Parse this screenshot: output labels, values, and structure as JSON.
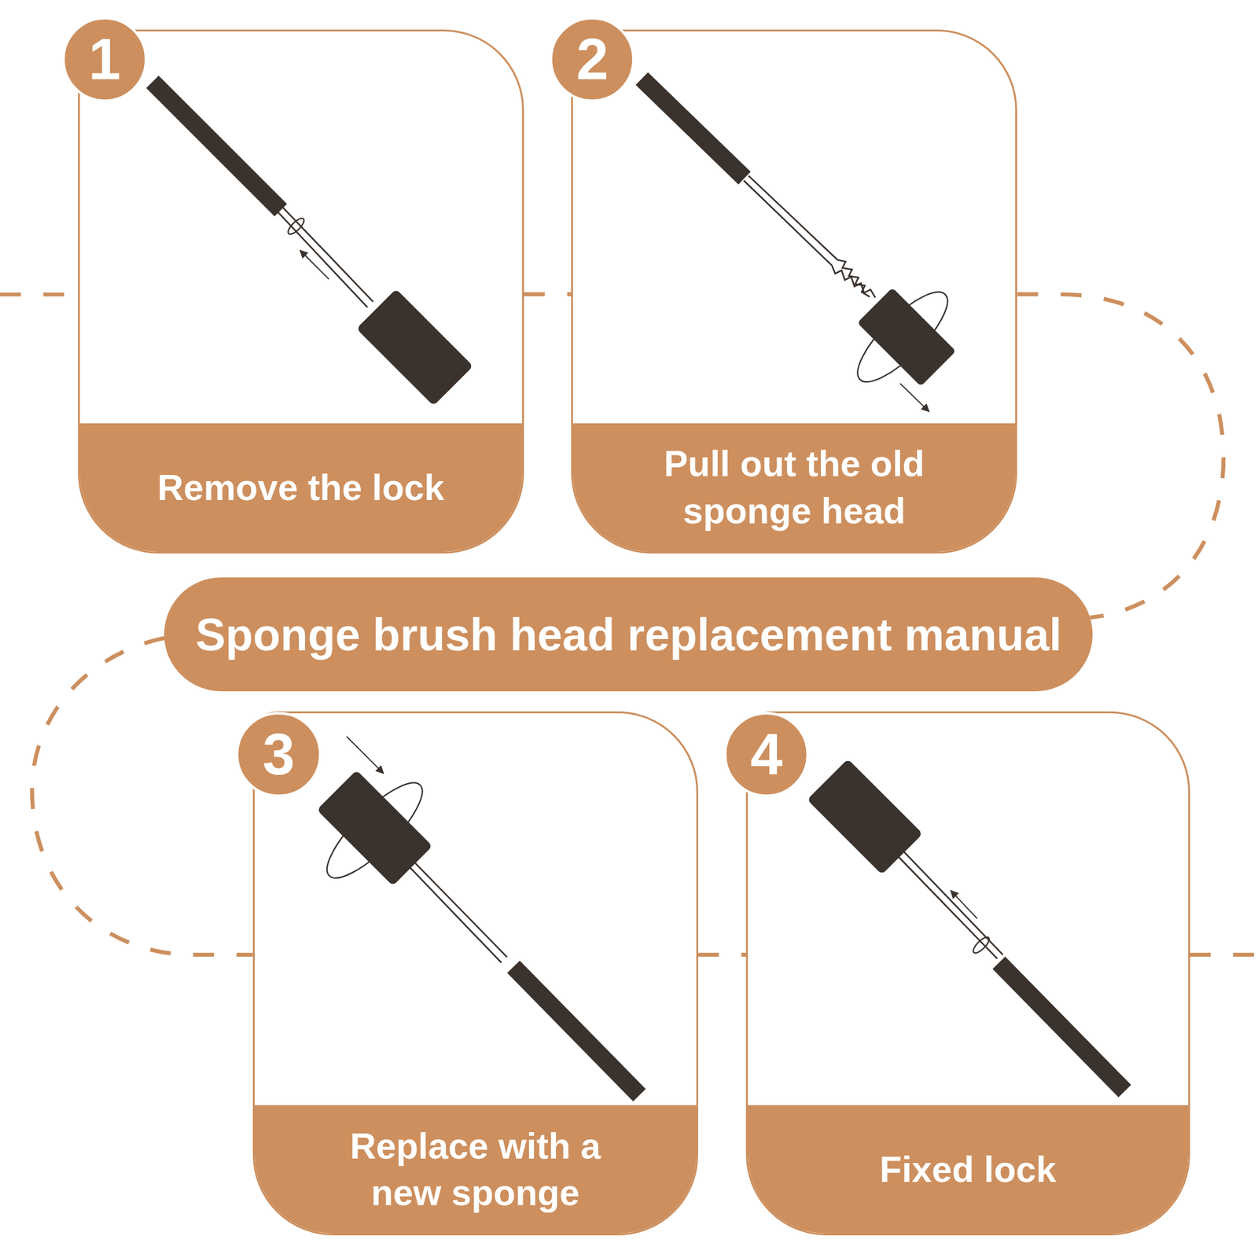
{
  "diagram": {
    "nodes": [
      {
        "text": [
          "Remove the lock"
        ]
      },
      {
        "text": [
          "1"
        ],
        "in": 0
      },
      {
        "text": [
          "Pull out the old sponge head"
        ]
      },
      {
        "text": [
          "2"
        ],
        "in": 2
      },
      {
        "text": [
          "Sponge brush head replacement manual"
        ]
      },
      {
        "text": [
          "Replace with a new sponge"
        ]
      },
      {
        "text": [
          "3"
        ],
        "in": 5
      },
      {
        "text": [
          "Fixed lock"
        ]
      },
      {
        "text": [
          "4"
        ],
        "in": 7
      }
    ],
    "edges": [
      {
        "from": 0,
        "to": 2,
        "arrow": "none"
      },
      {
        "from": 2,
        "to": 4,
        "arrow": "none"
      },
      {
        "from": 4,
        "to": 5,
        "arrow": "none"
      },
      {
        "from": 5,
        "to": 7,
        "arrow": "none"
      }
    ]
  }
}
